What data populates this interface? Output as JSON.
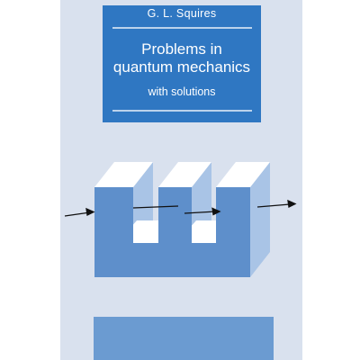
{
  "book": {
    "author": "G. L. Squires",
    "title_line1": "Problems in",
    "title_line2": "quantum mechanics",
    "subtitle": "with solutions"
  },
  "colors": {
    "panel": "#d9e1ee",
    "title_box": "#2f77c2",
    "shape_front": "#5e8fcb",
    "shape_side": "#a9c4e6",
    "shape_top": "#ffffff"
  },
  "illustration": "three-slit-barrier-with-arrows"
}
